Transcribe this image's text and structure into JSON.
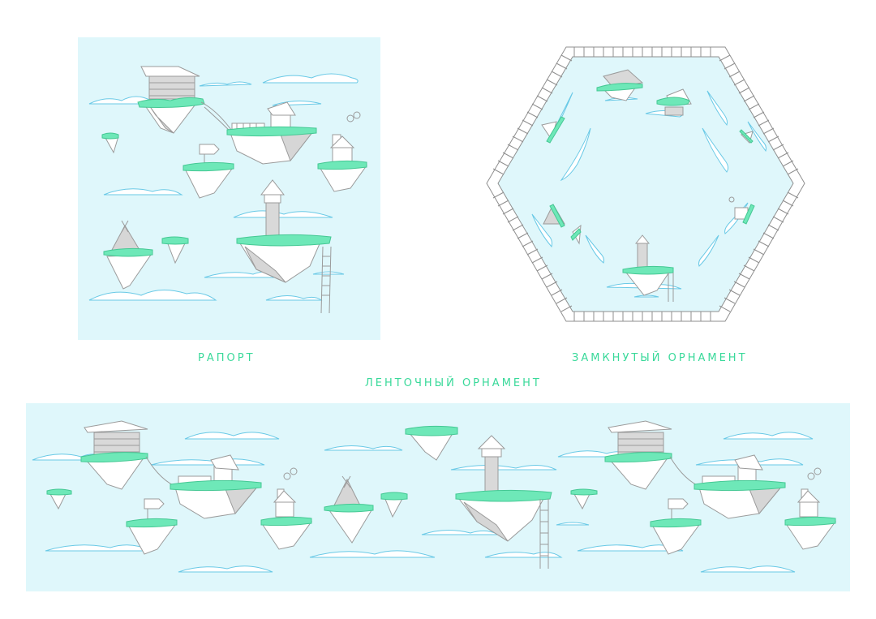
{
  "captions": {
    "rapport": "Рапорт",
    "closed_ornament": "Замкнутый орнамент",
    "ribbon_ornament": "Ленточный орнамент"
  },
  "colors": {
    "panel_bg": "#dff7fb",
    "accent_green": "#6ee8b8",
    "caption_green": "#39d99a",
    "cloud_stroke": "#69c9e6",
    "outline_gray": "#9b9b9b"
  }
}
